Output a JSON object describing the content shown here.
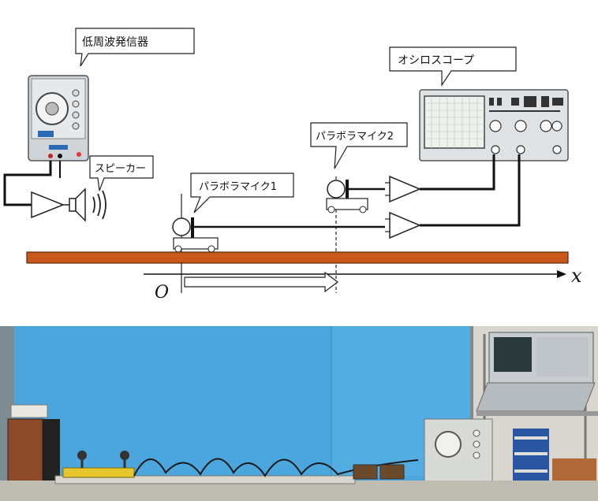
{
  "diagram": {
    "labels": {
      "generator": "低周波発信器",
      "oscilloscope": "オシロスコープ",
      "speaker": "スピーカー",
      "mic1": "パラボラマイク1",
      "mic2": "パラボラマイク2",
      "origin": "O",
      "x_axis": "x"
    },
    "colors": {
      "rail": "#c8591b",
      "line": "#111111",
      "device_body": "#d9dde0",
      "scope_screen": "#eef1ee",
      "wall": "#4aa6dc"
    }
  }
}
